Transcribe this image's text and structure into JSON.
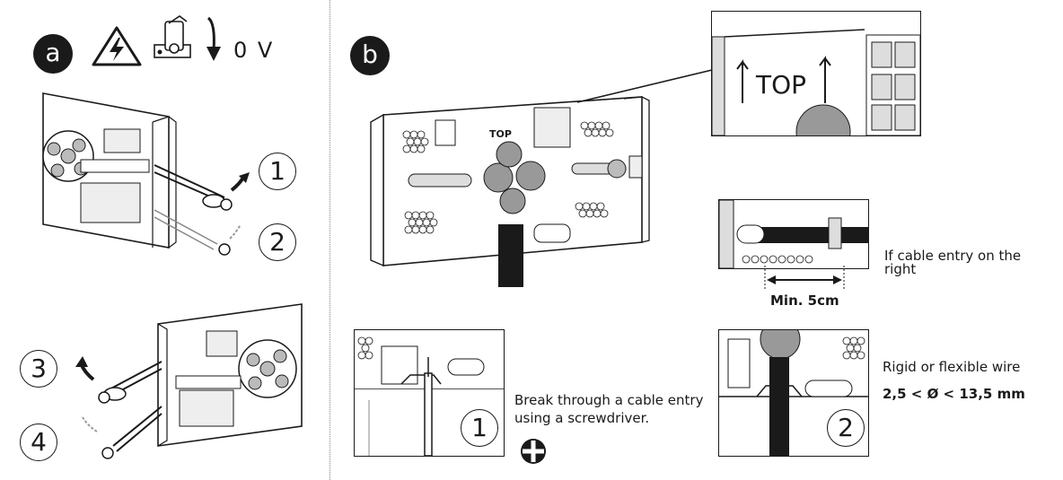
{
  "section_a": {
    "badge": "a",
    "voltage_label": "0 V",
    "steps": [
      "1",
      "2",
      "3",
      "4"
    ]
  },
  "section_b": {
    "badge": "b",
    "zoom_top_label": "TOP",
    "device_top_label": "TOP",
    "cable_right": {
      "caption": "If cable entry on the right",
      "min_label": "Min. 5cm"
    },
    "step1": {
      "number": "1",
      "caption": "Break through a cable entry using a screwdriver."
    },
    "step2": {
      "number": "2",
      "caption": "Rigid or flexible wire",
      "range": "2,5 < Ø < 13,5 mm"
    }
  },
  "icons": [
    "warning-high-voltage-icon",
    "switch-off-icon",
    "arrow-down-icon",
    "phillips-screwdriver-icon"
  ]
}
